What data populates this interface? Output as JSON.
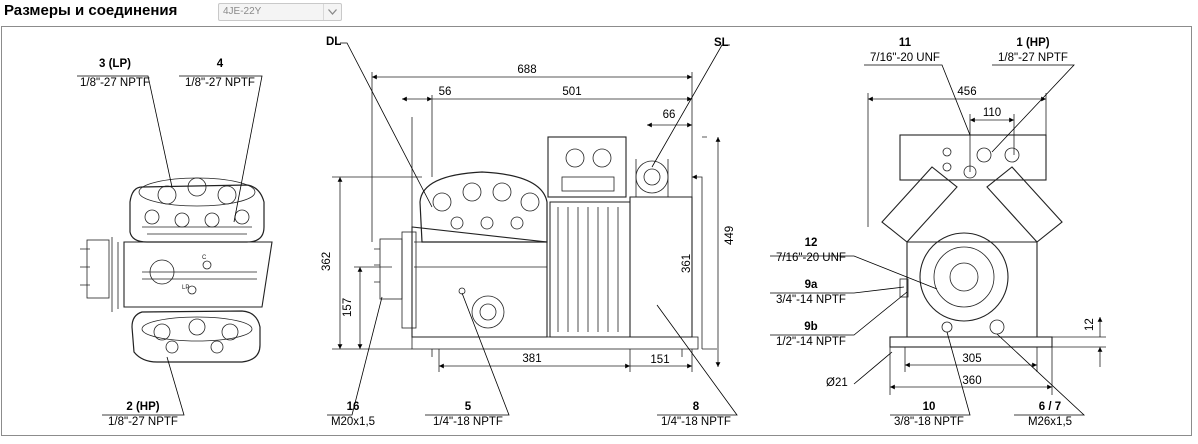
{
  "header": {
    "title": "Размеры и соединения",
    "model_select": {
      "value": "4JE-22Y"
    }
  },
  "front_view": {
    "conn_3": {
      "number": "3 (LP)",
      "thread": "1/8\"-27 NPTF"
    },
    "conn_4": {
      "number": "4",
      "thread": "1/8\"-27 NPTF"
    },
    "conn_2": {
      "number": "2 (HP)",
      "thread": "1/8\"-27 NPTF"
    }
  },
  "side_view": {
    "dl": "DL",
    "sl": "SL",
    "dim_688": "688",
    "dim_56": "56",
    "dim_501": "501",
    "dim_66": "66",
    "dim_449": "449",
    "dim_362": "362",
    "dim_361": "361",
    "dim_157": "157",
    "dim_381": "381",
    "dim_151": "151",
    "conn_16": {
      "number": "16",
      "thread": "M20x1,5"
    },
    "conn_5": {
      "number": "5",
      "thread": "1/4\"-18 NPTF"
    },
    "conn_8": {
      "number": "8",
      "thread": "1/4\"-18 NPTF"
    }
  },
  "end_view": {
    "conn_11": {
      "number": "11",
      "thread": "7/16\"-20 UNF"
    },
    "conn_1": {
      "number": "1 (HP)",
      "thread": "1/8\"-27 NPTF"
    },
    "dim_456": "456",
    "dim_110": "110",
    "conn_12": {
      "number": "12",
      "thread": "7/16\"-20 UNF"
    },
    "conn_9a": {
      "number": "9a",
      "thread": "3/4\"-14 NPTF"
    },
    "conn_9b": {
      "number": "9b",
      "thread": "1/2\"-14 NPTF"
    },
    "dim_12": "12",
    "dim_305": "305",
    "dim_360": "360",
    "dia_21": "Ø21",
    "conn_10": {
      "number": "10",
      "thread": "3/8\"-18 NPTF"
    },
    "conn_6_7": {
      "number": "6 / 7",
      "thread": "M26x1,5"
    }
  }
}
